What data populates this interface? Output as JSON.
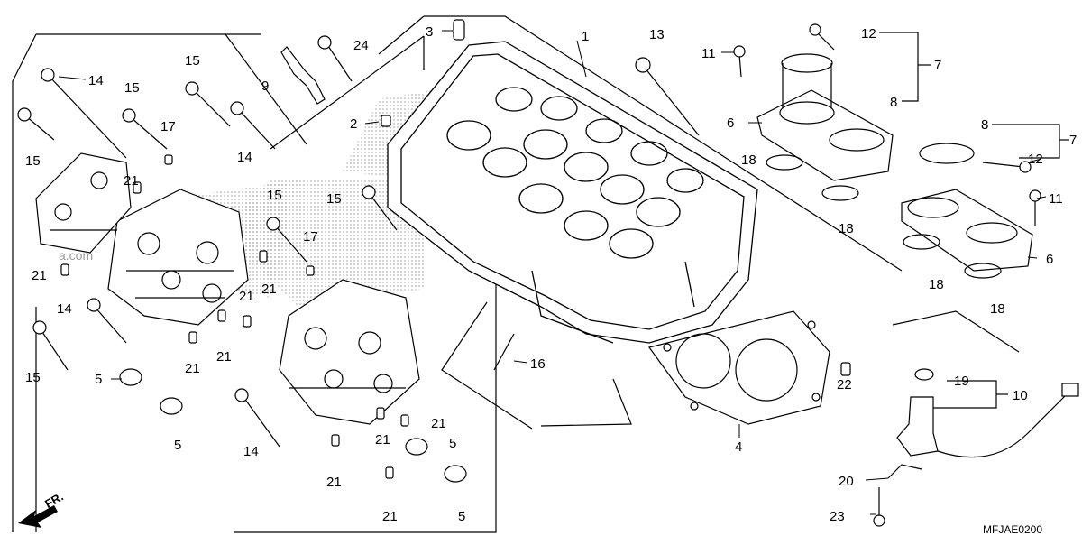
{
  "diagram": {
    "part_code": "MFJAE0200",
    "front_marker": "FR.",
    "watermark": "a.com",
    "callouts": {
      "c1": "1",
      "c2": "2",
      "c3": "3",
      "c4": "4",
      "c5a": "5",
      "c5b": "5",
      "c5c": "5",
      "c5d": "5",
      "c6a": "6",
      "c6b": "6",
      "c7a": "7",
      "c7b": "7",
      "c8a": "8",
      "c8b": "8",
      "c9": "9",
      "c10": "10",
      "c11a": "11",
      "c11b": "11",
      "c12a": "12",
      "c12b": "12",
      "c13": "13",
      "c14a": "14",
      "c14b": "14",
      "c14c": "14",
      "c14d": "14",
      "c15a": "15",
      "c15b": "15",
      "c15c": "15",
      "c15d": "15",
      "c15e": "15",
      "c15f": "15",
      "c16": "16",
      "c17a": "17",
      "c17b": "17",
      "c18a": "18",
      "c18b": "18",
      "c18c": "18",
      "c18d": "18",
      "c19": "19",
      "c20": "20",
      "c21a": "21",
      "c21b": "21",
      "c21c": "21",
      "c21d": "21",
      "c21e": "21",
      "c21f": "21",
      "c21g": "21",
      "c21h": "21",
      "c21i": "21",
      "c21j": "21",
      "c22": "22",
      "c23": "23",
      "c24": "24"
    }
  }
}
